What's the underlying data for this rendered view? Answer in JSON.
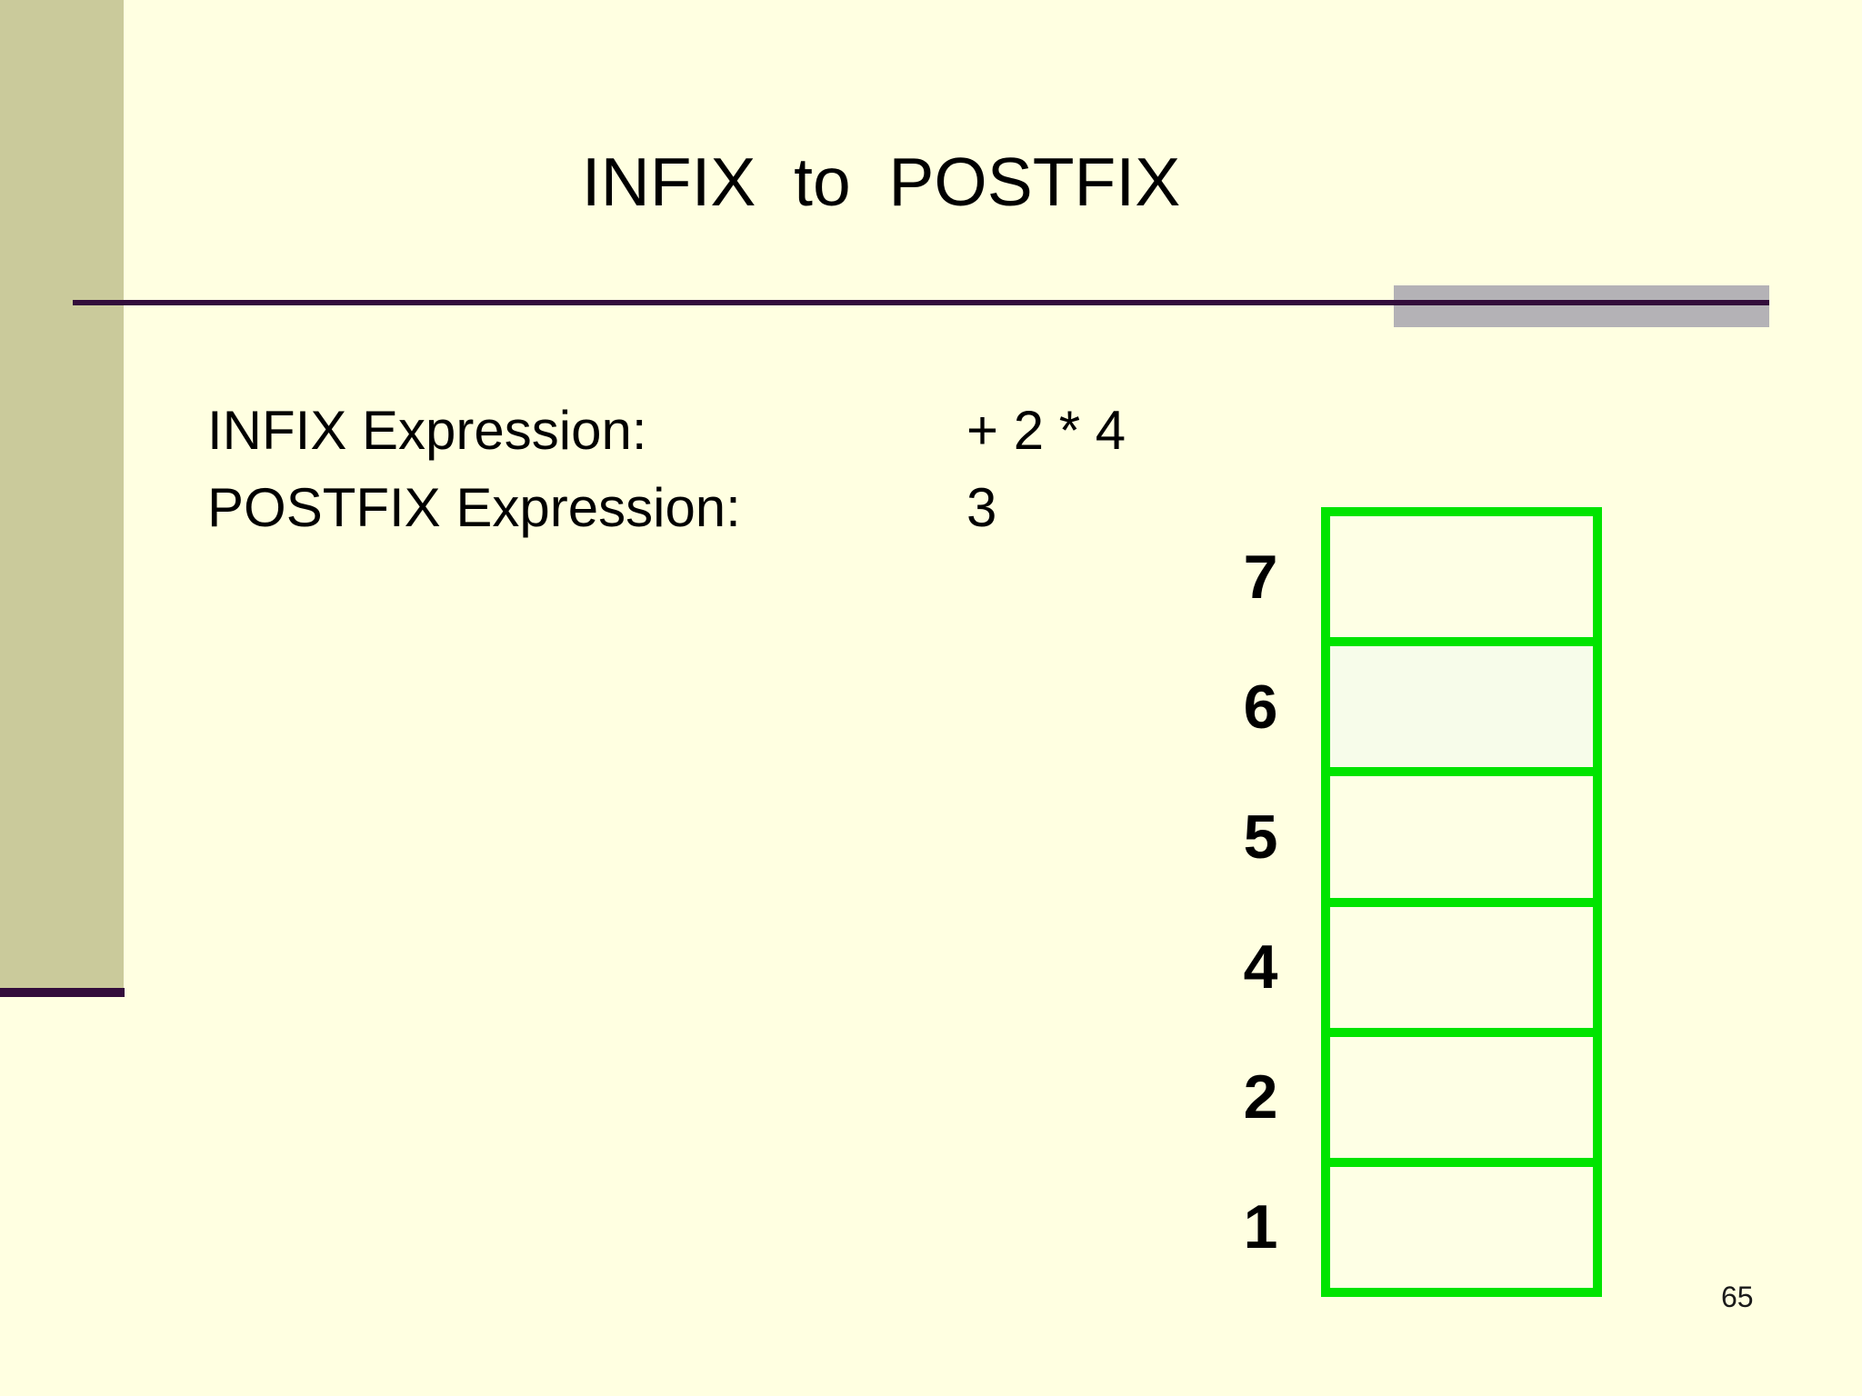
{
  "slide": {
    "title": "INFIX  to  POSTFIX",
    "rows": [
      {
        "label": "INFIX Expression:",
        "value": "+ 2 * 4"
      },
      {
        "label": "POSTFIX Expression:",
        "value": "3"
      }
    ],
    "stack_labels": [
      "7",
      "6",
      "5",
      "4",
      "2",
      "1"
    ],
    "page_number": "65",
    "colors": {
      "bg": "#FFFFE1",
      "sidebar": "#CACA9B",
      "line": "#330D3B",
      "stack_border": "#00E400",
      "cell_bg": "#FEFFE5",
      "cell_highlight": "#F7FCEA",
      "gray_accent": "#B4B2B6",
      "text": "#000000"
    }
  }
}
